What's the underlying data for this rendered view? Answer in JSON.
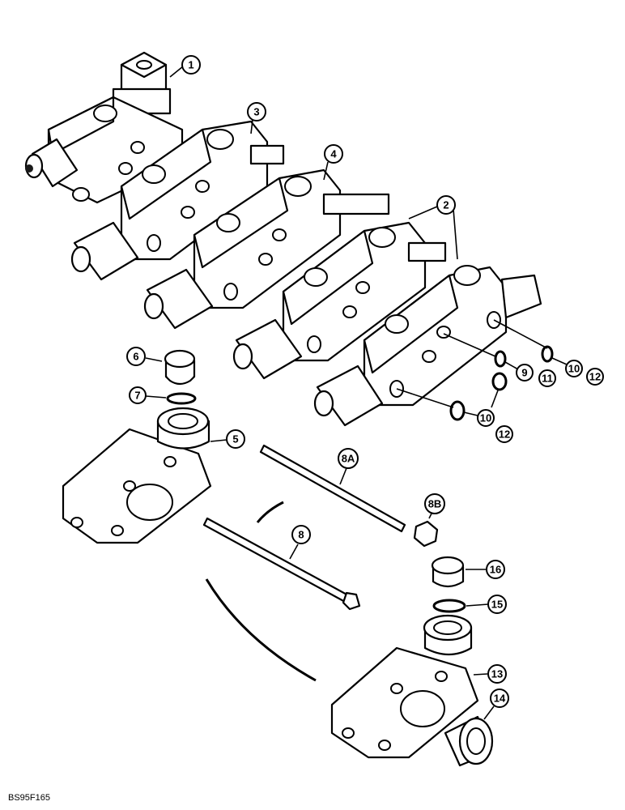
{
  "figure_code": "BS95F165",
  "callouts": [
    {
      "id": "c1",
      "label": "1"
    },
    {
      "id": "c2",
      "label": "2"
    },
    {
      "id": "c3",
      "label": "3"
    },
    {
      "id": "c4",
      "label": "4"
    },
    {
      "id": "c5",
      "label": "5"
    },
    {
      "id": "c6",
      "label": "6"
    },
    {
      "id": "c7",
      "label": "7"
    },
    {
      "id": "c8",
      "label": "8"
    },
    {
      "id": "c8a",
      "label": "8A"
    },
    {
      "id": "c8b",
      "label": "8B"
    },
    {
      "id": "c9",
      "label": "9"
    },
    {
      "id": "c10a",
      "label": "10"
    },
    {
      "id": "c10b",
      "label": "10"
    },
    {
      "id": "c11",
      "label": "11"
    },
    {
      "id": "c12a",
      "label": "12"
    },
    {
      "id": "c12b",
      "label": "12"
    },
    {
      "id": "c13",
      "label": "13"
    },
    {
      "id": "c14",
      "label": "14"
    },
    {
      "id": "c15",
      "label": "15"
    },
    {
      "id": "c16",
      "label": "16"
    }
  ]
}
